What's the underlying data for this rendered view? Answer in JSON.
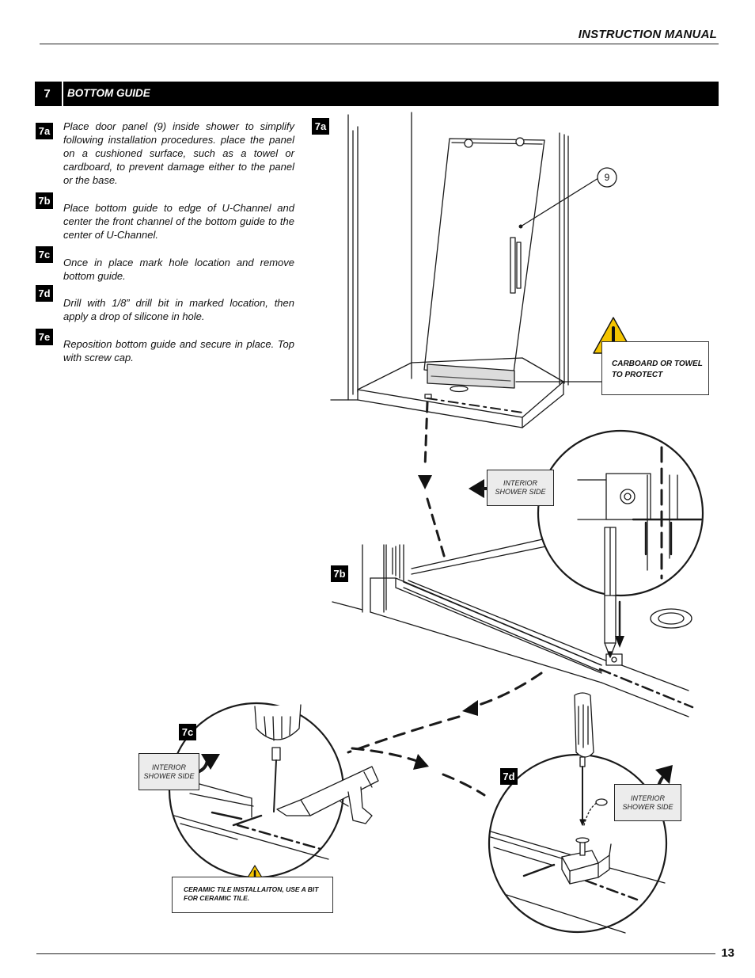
{
  "header": {
    "title": "INSTRUCTION MANUAL"
  },
  "section": {
    "number": "7",
    "title": "BOTTOM GUIDE"
  },
  "steps": [
    {
      "badge": "7a",
      "text": "Place door panel (9) inside shower to simplify following installation procedures. place the panel on a cushioned surface, such as a towel or cardboard, to prevent damage either to the panel or the base."
    },
    {
      "badge": "7b",
      "text": "Place bottom guide to edge of U-Channel and center the front channel of the bottom guide to the center of U-Channel."
    },
    {
      "badge": "7c",
      "text": "Once in place mark hole location and remove bottom guide."
    },
    {
      "badge": "7d",
      "text": "Drill with 1/8” drill bit in marked location, then apply a drop of silicone in hole."
    },
    {
      "badge": "7e",
      "text": "Reposition bottom guide and secure in place. Top with screw cap."
    }
  ],
  "diagrams": {
    "d7a": {
      "badge": "7a",
      "callout_number": "9",
      "warning": "CARBOARD OR TOWEL TO PROTECT"
    },
    "d7b": {
      "badge": "7b",
      "label": "INTERIOR\nSHOWER SIDE"
    },
    "d7c": {
      "badge": "7c",
      "label": "INTERIOR\nSHOWER SIDE",
      "warning": "CERAMIC TILE INSTALLAITON, USE A BIT FOR CERAMIC TILE."
    },
    "d7d": {
      "badge": "7d",
      "label": "INTERIOR\nSHOWER SIDE"
    }
  },
  "footer": {
    "page_number": "13"
  },
  "colors": {
    "warning_yellow": "#f4c400",
    "ink": "#111111"
  }
}
